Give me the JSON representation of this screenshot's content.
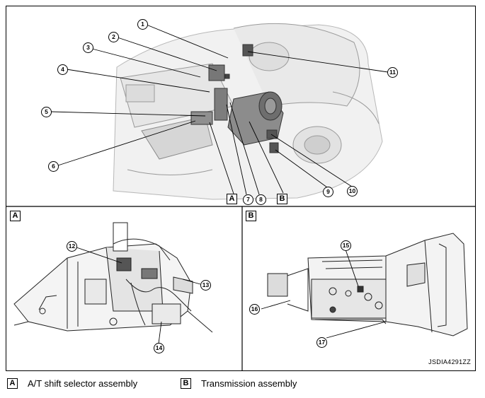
{
  "badges": {
    "a": "A",
    "b": "B"
  },
  "callouts": {
    "n1": "1",
    "n2": "2",
    "n3": "3",
    "n4": "4",
    "n5": "5",
    "n6": "6",
    "n7": "7",
    "n8": "8",
    "n9": "9",
    "n10": "10",
    "n11": "11",
    "n12": "12",
    "n13": "13",
    "n14": "14",
    "n15": "15",
    "n16": "16",
    "n17": "17"
  },
  "diagram_code": "JSDIA4291ZZ",
  "legend": {
    "a_label": "A/T shift selector assembly",
    "b_label": "Transmission assembly"
  }
}
